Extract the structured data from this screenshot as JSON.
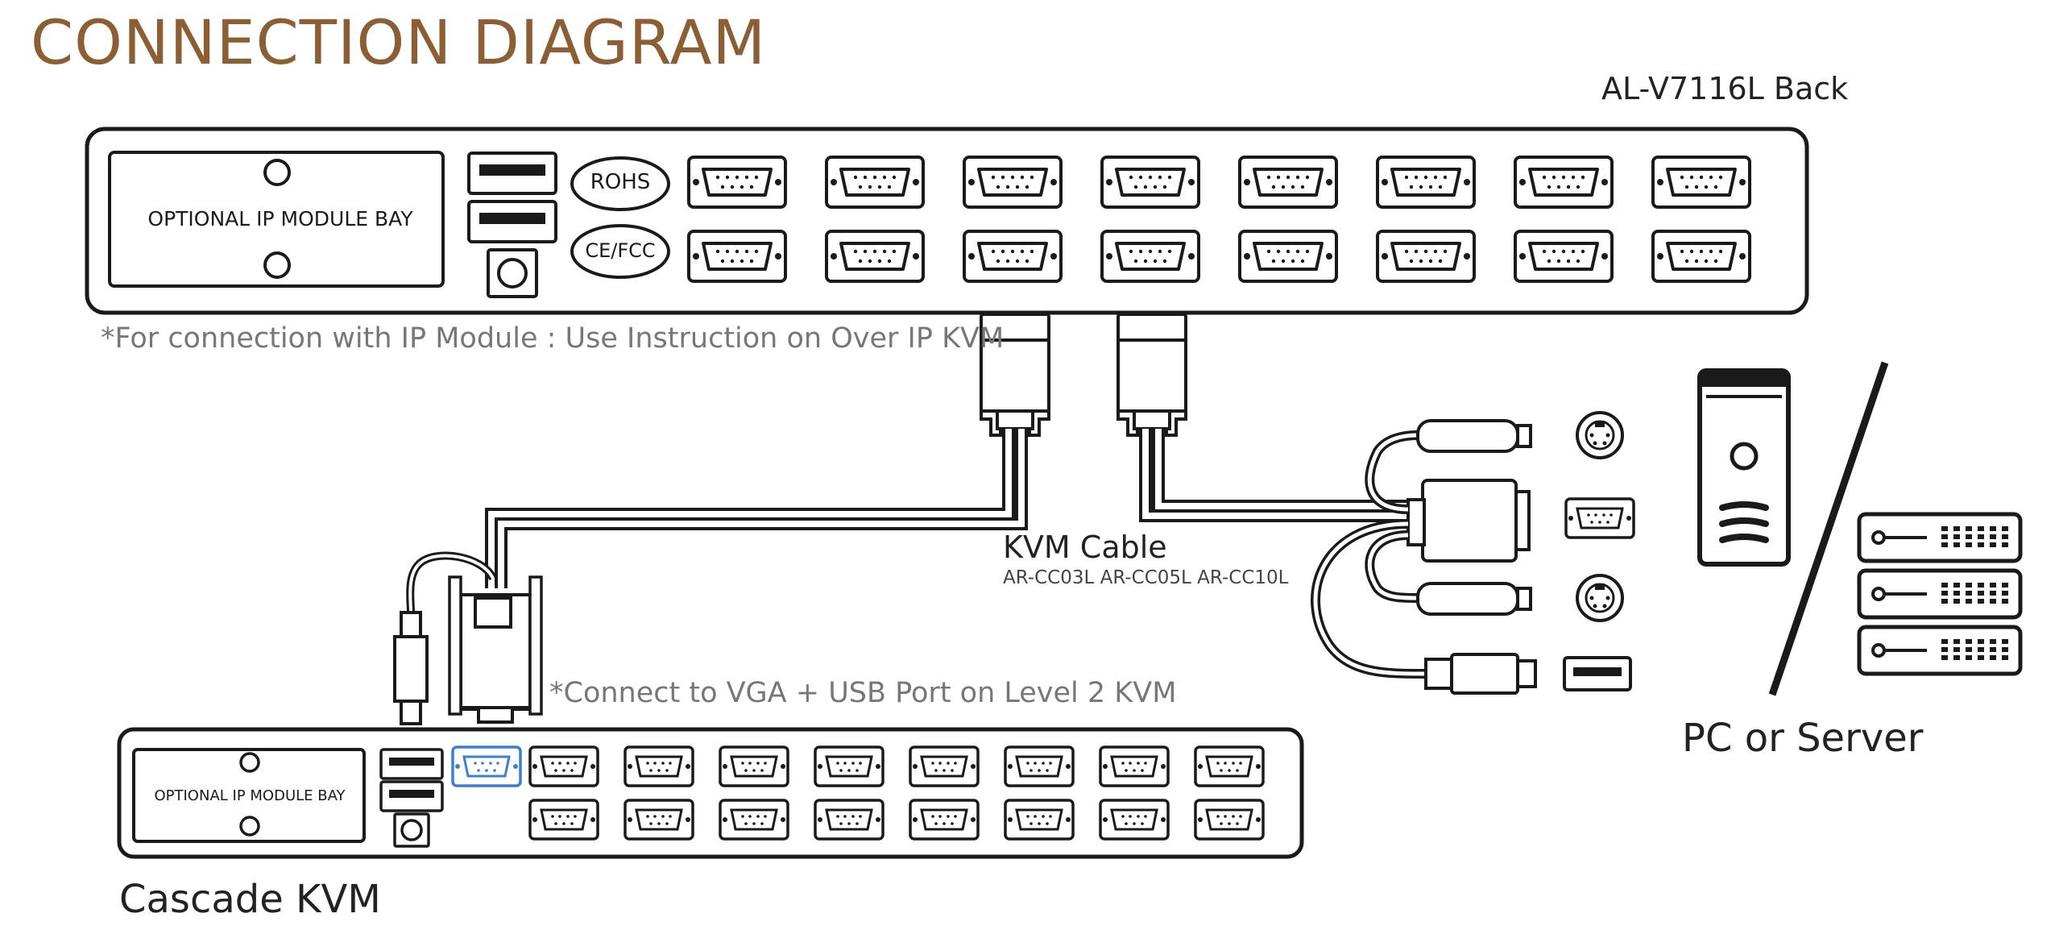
{
  "title": "CONNECTION DIAGRAM",
  "main_kvm": {
    "label": "AL-V7116L Back",
    "module_bay": "OPTIONAL IP MODULE BAY",
    "badges": [
      "ROHS",
      "CE/FCC"
    ]
  },
  "ip_module_note": "*For connection with IP Module : Use Instruction on Over IP KVM",
  "kvm_cable": {
    "label": "KVM Cable",
    "models": "AR-CC03L AR-CC05L AR-CC10L"
  },
  "vga_note": "*Connect to VGA + USB Port on Level 2 KVM",
  "pc_label": "PC or Server",
  "cascade_kvm": {
    "label": "Cascade KVM",
    "module_bay": "OPTIONAL IP MODULE BAY"
  },
  "colors": {
    "title": "#8b5e34",
    "note_text": "#777777",
    "line": "#1a1a1a",
    "highlight_port": "#3b7fd1"
  },
  "icons": [
    "vga-port-icon",
    "usb-port-icon",
    "ps2-port-icon",
    "power-socket-icon",
    "tower-pc-icon",
    "server-rack-icon"
  ]
}
